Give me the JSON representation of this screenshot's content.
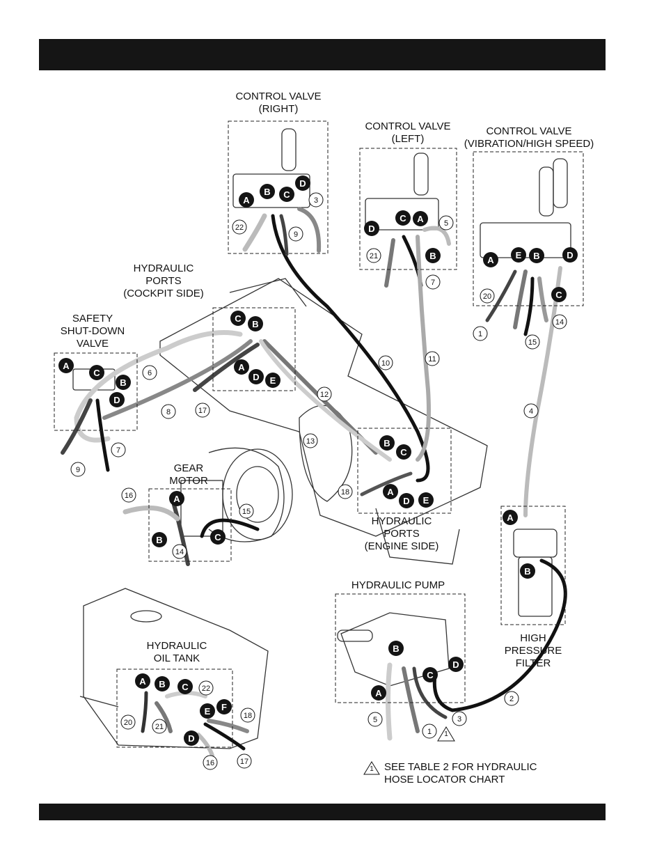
{
  "page": {
    "header_bar": "",
    "footer_bar": ""
  },
  "labels": {
    "control_valve_right": [
      "CONTROL VALVE",
      "(RIGHT)"
    ],
    "control_valve_left": [
      "CONTROL VALVE",
      "(LEFT)"
    ],
    "control_valve_vib": [
      "CONTROL VALVE",
      "(VIBRATION/HIGH SPEED)"
    ],
    "hydraulic_ports_cockpit": [
      "HYDRAULIC",
      "PORTS",
      "(COCKPIT SIDE)"
    ],
    "safety_valve": [
      "SAFETY",
      "SHUT-DOWN",
      "VALVE"
    ],
    "gear_motor": [
      "GEAR",
      "MOTOR"
    ],
    "hydraulic_ports_engine": [
      "HYDRAULIC",
      "PORTS",
      "(ENGINE SIDE)"
    ],
    "hydraulic_pump": [
      "HYDRAULIC PUMP"
    ],
    "high_pressure_filter": [
      "HIGH",
      "PRESSURE",
      "FILTER"
    ],
    "hydraulic_oil_tank": [
      "HYDRAULIC",
      "OIL TANK"
    ]
  },
  "note": {
    "marker": "1",
    "lines": [
      "SEE TABLE 2 FOR HYDRAULIC",
      "HOSE LOCATOR CHART"
    ]
  },
  "ports": {
    "right_valve": [
      "A",
      "B",
      "C",
      "D"
    ],
    "left_valve": [
      "D",
      "C",
      "A",
      "B"
    ],
    "vib_valve": [
      "A",
      "E",
      "B",
      "D",
      "C"
    ],
    "cockpit_ports": [
      "C",
      "B",
      "A",
      "D",
      "E"
    ],
    "safety_valve": [
      "A",
      "C",
      "B",
      "D"
    ],
    "gear_motor": [
      "A",
      "B",
      "C"
    ],
    "engine_ports": [
      "B",
      "C",
      "A",
      "D",
      "E"
    ],
    "filter": [
      "A",
      "B"
    ],
    "pump": [
      "B",
      "D",
      "C",
      "A"
    ],
    "tank": [
      "A",
      "B",
      "C",
      "E",
      "F",
      "D"
    ]
  },
  "hose_numbers": [
    "1",
    "2",
    "3",
    "4",
    "5",
    "6",
    "7",
    "8",
    "9",
    "10",
    "11",
    "12",
    "13",
    "14",
    "15",
    "16",
    "17",
    "18",
    "20",
    "21",
    "22"
  ]
}
